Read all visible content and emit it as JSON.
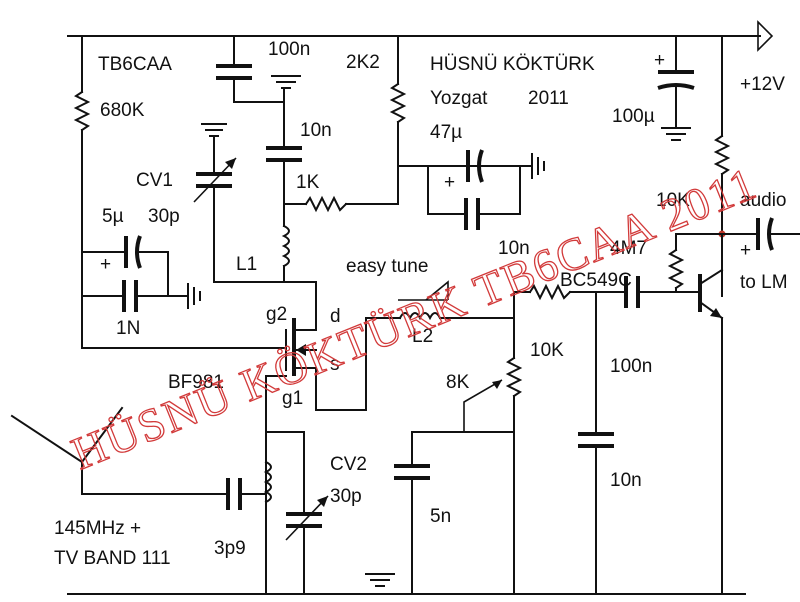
{
  "labels": {
    "ic": "TB6CAA",
    "r680k": "680K",
    "c100n_top": "100n",
    "r2k2": "2K2",
    "author": "HÜSNÜ  KÖKTÜRK",
    "city": "Yozgat",
    "year": "2011",
    "c100u": "100µ",
    "vcc": "+12V",
    "c10n_a": "10n",
    "c47u": "47µ",
    "cv1": "CV1",
    "r1k": "1K",
    "c5u": "5µ",
    "c30p_a": "30p",
    "r10k_a": "10K",
    "audio": "audio",
    "c10n_b": "10n",
    "r4m7": "4M7",
    "l1": "L1",
    "easy_tune": "easy tune",
    "bc549c": "BC549C",
    "plus_audio": "+",
    "to_lm": "to LM",
    "c1n": "1N",
    "g2": "g2",
    "d": "d",
    "l2": "L2",
    "r10k_b": "10K",
    "c100n_b": "100n",
    "s": "s",
    "bf981": "BF981",
    "g1": "g1",
    "r8k": "8K",
    "cv2": "CV2",
    "c30p_b": "30p",
    "c10n_c": "10n",
    "c5n": "5n",
    "band": "145MHz +",
    "band2": "TV BAND 111",
    "c3p9": "3p9",
    "plus_5u": "+",
    "plus_47u": "+",
    "plus_100u": "+"
  },
  "watermark": "HÜSNÜ KÖKTÜRK TB6CAA 2011",
  "colors": {
    "ink": "#111111",
    "watermark": "#d23a3a"
  }
}
